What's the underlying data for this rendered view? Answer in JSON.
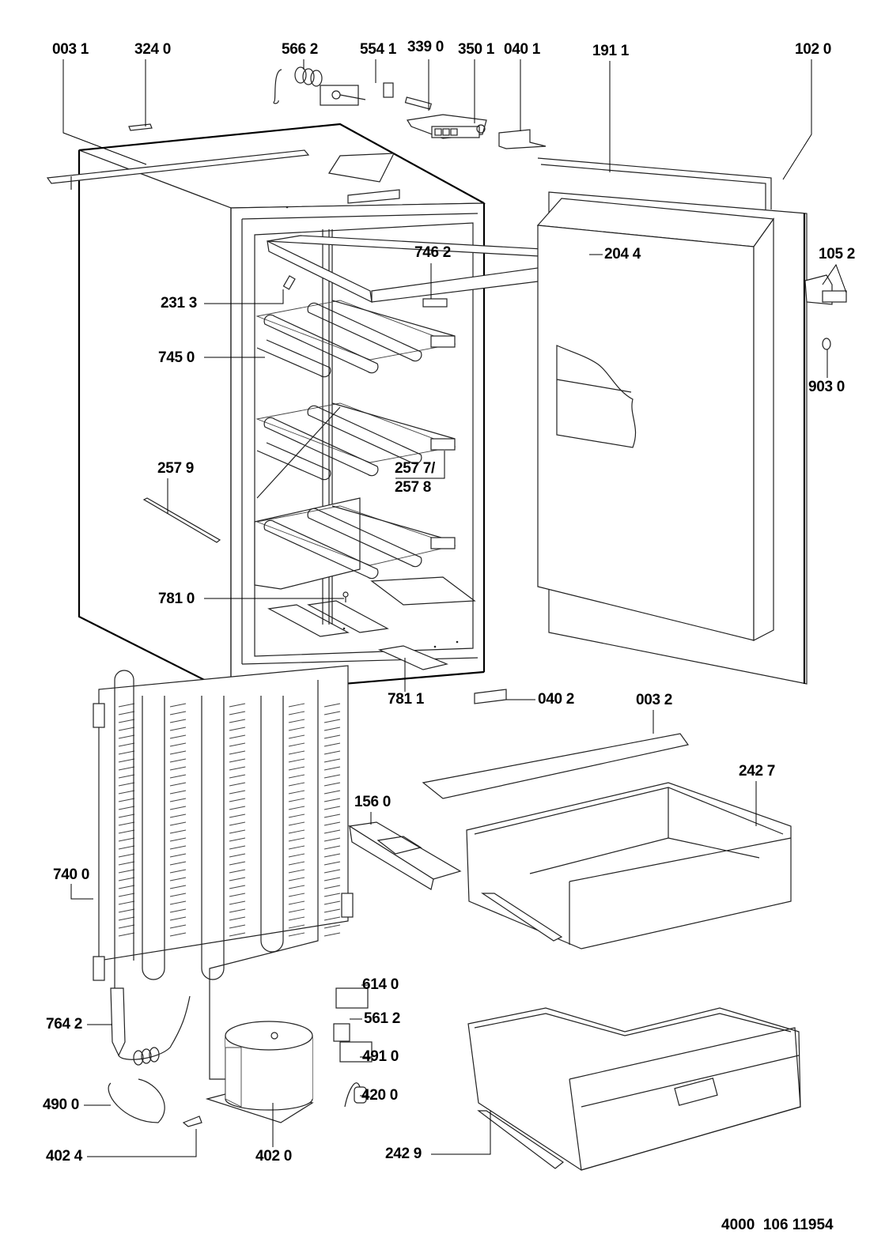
{
  "diagram": {
    "title": "Refrigerator exploded parts diagram",
    "document_number": "4000  106 11954",
    "callouts": [
      {
        "id": "0031",
        "label": "003 1"
      },
      {
        "id": "3240",
        "label": "324 0"
      },
      {
        "id": "5662",
        "label": "566 2"
      },
      {
        "id": "5541",
        "label": "554 1"
      },
      {
        "id": "3390",
        "label": "339 0"
      },
      {
        "id": "3501",
        "label": "350 1"
      },
      {
        "id": "0401",
        "label": "040 1"
      },
      {
        "id": "1911",
        "label": "191 1"
      },
      {
        "id": "1020",
        "label": "102 0"
      },
      {
        "id": "7462",
        "label": "746 2"
      },
      {
        "id": "2044",
        "label": "204 4"
      },
      {
        "id": "1052",
        "label": "105 2"
      },
      {
        "id": "2313",
        "label": "231 3"
      },
      {
        "id": "7450",
        "label": "745 0"
      },
      {
        "id": "9030",
        "label": "903 0"
      },
      {
        "id": "2579",
        "label": "257 9"
      },
      {
        "id": "2577",
        "label": "257 7/"
      },
      {
        "id": "2578",
        "label": "257 8"
      },
      {
        "id": "7810",
        "label": "781 0"
      },
      {
        "id": "7811",
        "label": "781 1"
      },
      {
        "id": "0402",
        "label": "040 2"
      },
      {
        "id": "0032",
        "label": "003 2"
      },
      {
        "id": "2427",
        "label": "242 7"
      },
      {
        "id": "1560",
        "label": "156 0"
      },
      {
        "id": "7400",
        "label": "740 0"
      },
      {
        "id": "6140",
        "label": "614 0"
      },
      {
        "id": "5612",
        "label": "561 2"
      },
      {
        "id": "7642",
        "label": "764 2"
      },
      {
        "id": "4910",
        "label": "491 0"
      },
      {
        "id": "4200",
        "label": "420 0"
      },
      {
        "id": "4900",
        "label": "490 0"
      },
      {
        "id": "4024",
        "label": "402 4"
      },
      {
        "id": "4020",
        "label": "402 0"
      },
      {
        "id": "2429",
        "label": "242 9"
      }
    ]
  }
}
